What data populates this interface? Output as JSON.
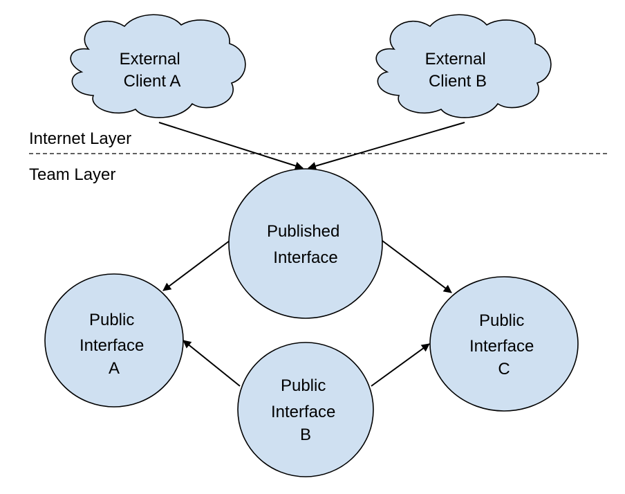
{
  "layers": {
    "internet": "Internet Layer",
    "team": "Team Layer"
  },
  "nodes": {
    "client_a": {
      "lines": [
        "External",
        "Client A"
      ]
    },
    "client_b": {
      "lines": [
        "External",
        "Client B"
      ]
    },
    "published": {
      "lines": [
        "Published",
        "Interface"
      ]
    },
    "public_a": {
      "lines": [
        "Public",
        "Interface",
        "A"
      ]
    },
    "public_b": {
      "lines": [
        "Public",
        "Interface",
        "B"
      ]
    },
    "public_c": {
      "lines": [
        "Public",
        "Interface",
        "C"
      ]
    }
  },
  "edges": [
    {
      "from": "client_a",
      "to": "published"
    },
    {
      "from": "client_b",
      "to": "published"
    },
    {
      "from": "published",
      "to": "public_a"
    },
    {
      "from": "published",
      "to": "public_c"
    },
    {
      "from": "public_b",
      "to": "public_a"
    },
    {
      "from": "public_b",
      "to": "public_c"
    }
  ],
  "colors": {
    "node_fill": "#cfe0f1",
    "stroke": "#000000"
  }
}
